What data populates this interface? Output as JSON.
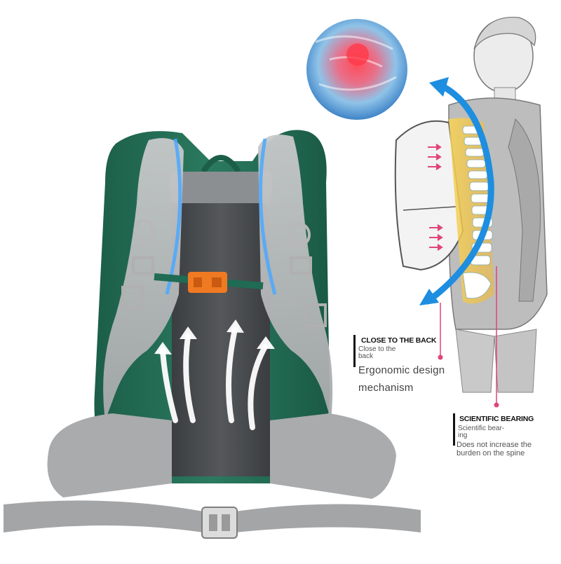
{
  "callout_close": {
    "heading": "CLOSE TO THE BACK",
    "sub_line1": "Close to the",
    "sub_line2": "back",
    "desc_line1": "Ergonomic design",
    "desc_line2": "mechanism"
  },
  "callout_bearing": {
    "heading": "SCIENTIFIC BEARING",
    "sub_line1": "Scientific bear-",
    "sub_line2": "ing",
    "desc_line1": "Does not increase the",
    "desc_line2": "burden on the spine"
  },
  "colors": {
    "pack_green": "#1f6b53",
    "pack_gray": "#9a9d9f",
    "buckle_orange": "#f07a22",
    "arrow_blue": "#1e8ee0",
    "spine_yellow": "#f3cf4a",
    "pin_pink": "#e0457a"
  }
}
